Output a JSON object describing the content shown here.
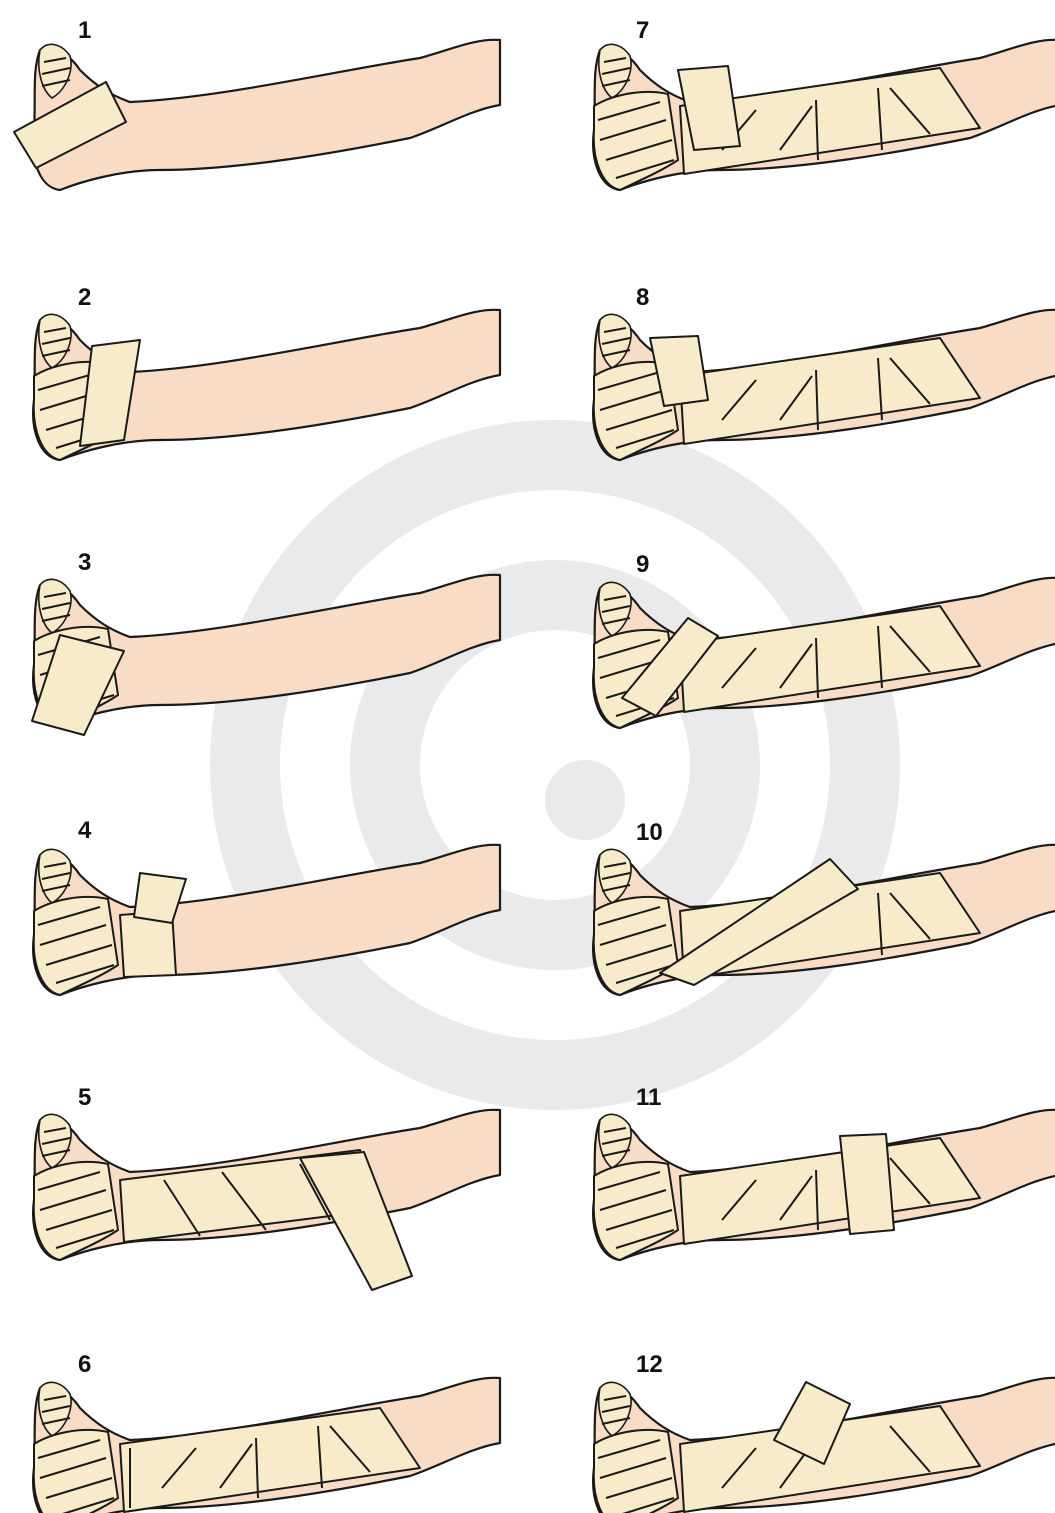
{
  "figure": {
    "panels": [
      {
        "label": "1"
      },
      {
        "label": "2"
      },
      {
        "label": "3"
      },
      {
        "label": "4"
      },
      {
        "label": "5"
      },
      {
        "label": "6"
      },
      {
        "label": "7"
      },
      {
        "label": "8"
      },
      {
        "label": "9"
      },
      {
        "label": "10"
      },
      {
        "label": "11"
      },
      {
        "label": "12"
      }
    ]
  },
  "colors": {
    "skin": "#f8dcc6",
    "bandage": "#f7ebc9",
    "outline": "#1a1a1a",
    "watermark": "#d9d9d9"
  },
  "watermark": {
    "icon": "swirl-watermark-icon"
  }
}
